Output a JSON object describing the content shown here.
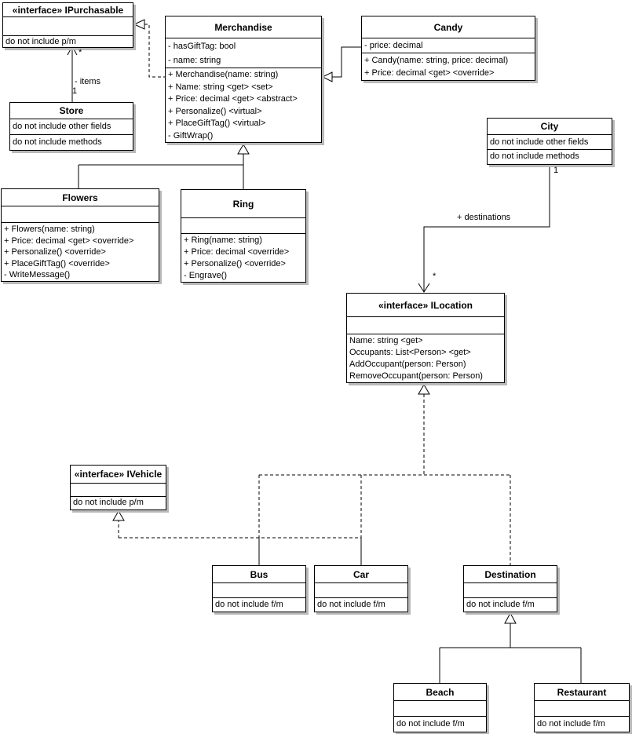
{
  "classes": {
    "ipurchasable": {
      "title": "«interface» IPurchasable",
      "fields": [],
      "methods": [
        "do not include p/m"
      ]
    },
    "merchandise": {
      "title": "Merchandise",
      "fields": [
        "- hasGiftTag: bool",
        "- name: string"
      ],
      "methods": [
        "+ Merchandise(name: string)",
        "+ Name: string <get> <set>",
        "+ Price: decimal <get> <abstract>",
        "+ Personalize() <virtual>",
        "+ PlaceGiftTag() <virtual>",
        "- GiftWrap()"
      ]
    },
    "candy": {
      "title": "Candy",
      "fields": [
        "- price: decimal"
      ],
      "methods": [
        "+ Candy(name: string, price: decimal)",
        "+ Price: decimal <get> <override>"
      ]
    },
    "store": {
      "title": "Store",
      "fields": [
        "do not include other fields"
      ],
      "methods": [
        "do not include methods"
      ]
    },
    "flowers": {
      "title": "Flowers",
      "fields": [],
      "methods": [
        "+ Flowers(name: string)",
        "+ Price: decimal <get> <override>",
        "+ Personalize() <override>",
        "+ PlaceGiftTag() <override>",
        "- WriteMessage()"
      ]
    },
    "ring": {
      "title": "Ring",
      "fields": [],
      "methods": [
        "+ Ring(name: string)",
        "+ Price: decimal <override>",
        "+ Personalize() <override>",
        "- Engrave()"
      ]
    },
    "city": {
      "title": "City",
      "fields": [
        "do not include other fields"
      ],
      "methods": [
        "do not include methods"
      ]
    },
    "ilocation": {
      "title": "«interface» ILocation",
      "fields": [],
      "methods": [
        "Name: string <get>",
        "Occupants: List<Person> <get>",
        "AddOccupant(person: Person)",
        "RemoveOccupant(person: Person)"
      ]
    },
    "ivehicle": {
      "title": "«interface» IVehicle",
      "fields": [],
      "methods": [
        "do not include p/m"
      ]
    },
    "bus": {
      "title": "Bus",
      "fields": [],
      "methods": [
        "do not include f/m"
      ]
    },
    "car": {
      "title": "Car",
      "fields": [],
      "methods": [
        "do not include f/m"
      ]
    },
    "destination": {
      "title": "Destination",
      "fields": [],
      "methods": [
        "do not include f/m"
      ]
    },
    "beach": {
      "title": "Beach",
      "fields": [],
      "methods": [
        "do not include f/m"
      ]
    },
    "restaurant": {
      "title": "Restaurant",
      "fields": [],
      "methods": [
        "do not include f/m"
      ]
    }
  },
  "edge_labels": {
    "store_items": {
      "target_multiplicity": "*",
      "role": "- items",
      "source_multiplicity": "1"
    },
    "city_destinations": {
      "source_multiplicity": "1",
      "role": "+ destinations",
      "target_multiplicity": "*"
    }
  },
  "colors": {
    "background": "#ffffff",
    "box_fill": "#ffffff",
    "box_border": "#000000",
    "line": "#000000",
    "shadow": "#b9b9b9"
  }
}
